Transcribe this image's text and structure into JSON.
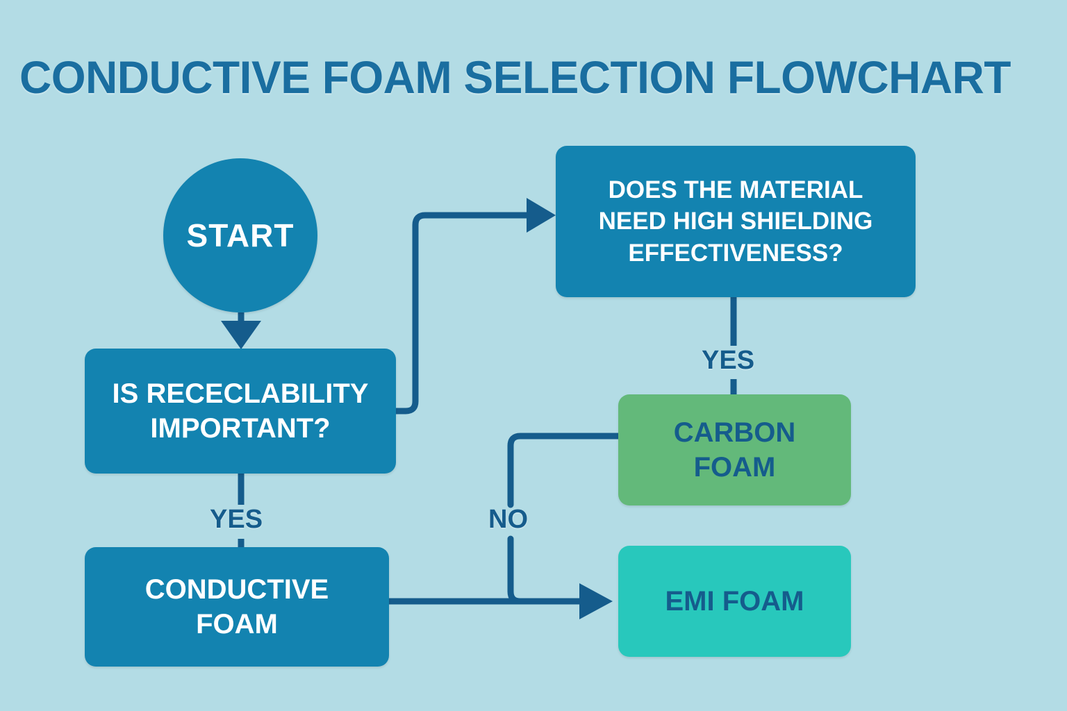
{
  "page": {
    "title": "CONDUCTIVE FOAM SELECTION FLOWCHART",
    "background_color": "#b3dce5",
    "title_color": "#1a6ea0"
  },
  "palette": {
    "node_blue": "#1383b0",
    "node_green": "#63b97a",
    "node_teal": "#28c8bc",
    "connector_blue": "#155c8c",
    "text_light": "#ffffff",
    "text_dark": "#155c8c"
  },
  "nodes": [
    {
      "id": "start",
      "label": "START",
      "shape": "circle",
      "fill": "#1383b0",
      "text_color": "#ffffff"
    },
    {
      "id": "recyclability",
      "label": "IS RECECLABILITY\nIMPORTANT?",
      "shape": "rounded-rect",
      "fill": "#1383b0",
      "text_color": "#ffffff"
    },
    {
      "id": "shielding",
      "label": "DOES THE MATERIAL\nNEED HIGH SHIELDING\nEFFECTIVENESS?",
      "shape": "rounded-rect",
      "fill": "#1383b0",
      "text_color": "#ffffff"
    },
    {
      "id": "conductive-foam",
      "label": "CONDUCTIVE\nFOAM",
      "shape": "rounded-rect",
      "fill": "#1383b0",
      "text_color": "#ffffff"
    },
    {
      "id": "carbon-foam",
      "label": "CARBON\nFOAM",
      "shape": "rounded-rect",
      "fill": "#63b97a",
      "text_color": "#155c8c"
    },
    {
      "id": "emi-foam",
      "label": "EMI FOAM",
      "shape": "rounded-rect",
      "fill": "#28c8bc",
      "text_color": "#155c8c"
    }
  ],
  "edges": [
    {
      "id": "start-to-recyclability",
      "from": "start",
      "to": "recyclability",
      "label": "",
      "arrow": true
    },
    {
      "id": "recyclability-yes",
      "from": "recyclability",
      "to": "conductive-foam",
      "label": "YES",
      "arrow": false
    },
    {
      "id": "recyclability-to-shielding",
      "from": "recyclability",
      "to": "shielding",
      "label": "",
      "arrow": true
    },
    {
      "id": "shielding-yes",
      "from": "shielding",
      "to": "carbon-foam",
      "label": "YES",
      "arrow": false
    },
    {
      "id": "shielding-no",
      "from": "shielding",
      "to": "emi-foam",
      "label": "NO",
      "arrow": true
    },
    {
      "id": "conductive-to-emi",
      "from": "conductive-foam",
      "to": "emi-foam",
      "label": "",
      "arrow": true
    }
  ]
}
